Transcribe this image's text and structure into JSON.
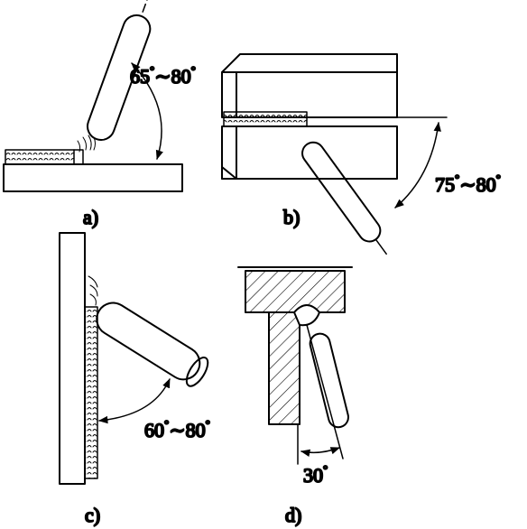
{
  "panels": [
    {
      "label": "a)",
      "angle": "65°∼80°"
    },
    {
      "label": "b)",
      "angle": "75°∼80°"
    },
    {
      "label": "c)",
      "angle": "60°∼80°"
    },
    {
      "label": "d)",
      "angle": "30°"
    }
  ],
  "angle_parts": {
    "a": [
      "65",
      "°",
      "∼80",
      "°"
    ],
    "b": [
      "75",
      "°",
      "∼80",
      "°"
    ],
    "c": [
      "60",
      "°",
      "∼80",
      "°"
    ],
    "d": [
      "30",
      "°"
    ]
  },
  "colors": {
    "line": "#000000",
    "background": "#ffffff"
  }
}
